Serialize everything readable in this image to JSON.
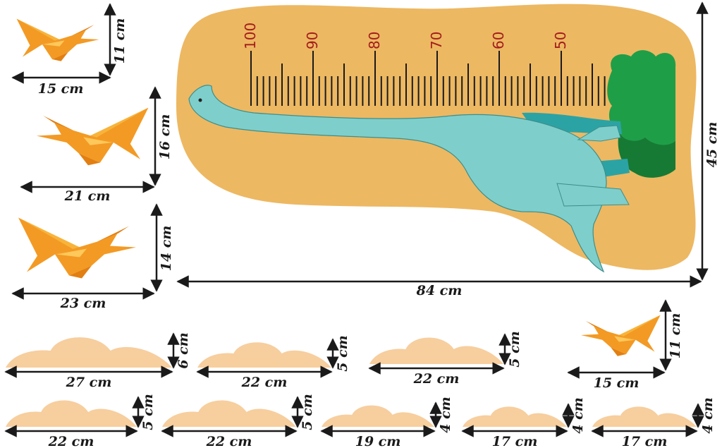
{
  "colors": {
    "sand": "#EDB862",
    "dino": "#7ECFCB",
    "dino_dark": "#2BA3A5",
    "tree": "#1F9E48",
    "tree_dark": "#167A34",
    "bird": "#F39A24",
    "bird_light": "#F8B43A",
    "hill": "#F7CE9E",
    "ruler": "#1a1a1a",
    "ruler_text": "#A31D1D",
    "dim_line": "#1a1a1a"
  },
  "growth_chart": {
    "ruler_labels": [
      "100",
      "90",
      "80",
      "70",
      "60",
      "50"
    ],
    "width_label": "84 cm",
    "height_label": "45 cm"
  },
  "pterodactyls": [
    {
      "name": "pterodactyl-1",
      "width_label": "15 cm",
      "height_label": "11 cm"
    },
    {
      "name": "pterodactyl-2",
      "width_label": "21 cm",
      "height_label": "16 cm"
    },
    {
      "name": "pterodactyl-3",
      "width_label": "23 cm",
      "height_label": "14 cm"
    },
    {
      "name": "pterodactyl-4",
      "width_label": "15 cm",
      "height_label": "11 cm"
    }
  ],
  "hills": [
    {
      "width_label": "27 cm",
      "height_label": "6 cm"
    },
    {
      "width_label": "22 cm",
      "height_label": "5 cm"
    },
    {
      "width_label": "22 cm",
      "height_label": "5 cm"
    },
    {
      "width_label": "22 cm",
      "height_label": "5 cm"
    },
    {
      "width_label": "22 cm",
      "height_label": "5 cm"
    },
    {
      "width_label": "19 cm",
      "height_label": "4 cm"
    },
    {
      "width_label": "17 cm",
      "height_label": "4 cm"
    },
    {
      "width_label": "17 cm",
      "height_label": "4 cm"
    }
  ]
}
